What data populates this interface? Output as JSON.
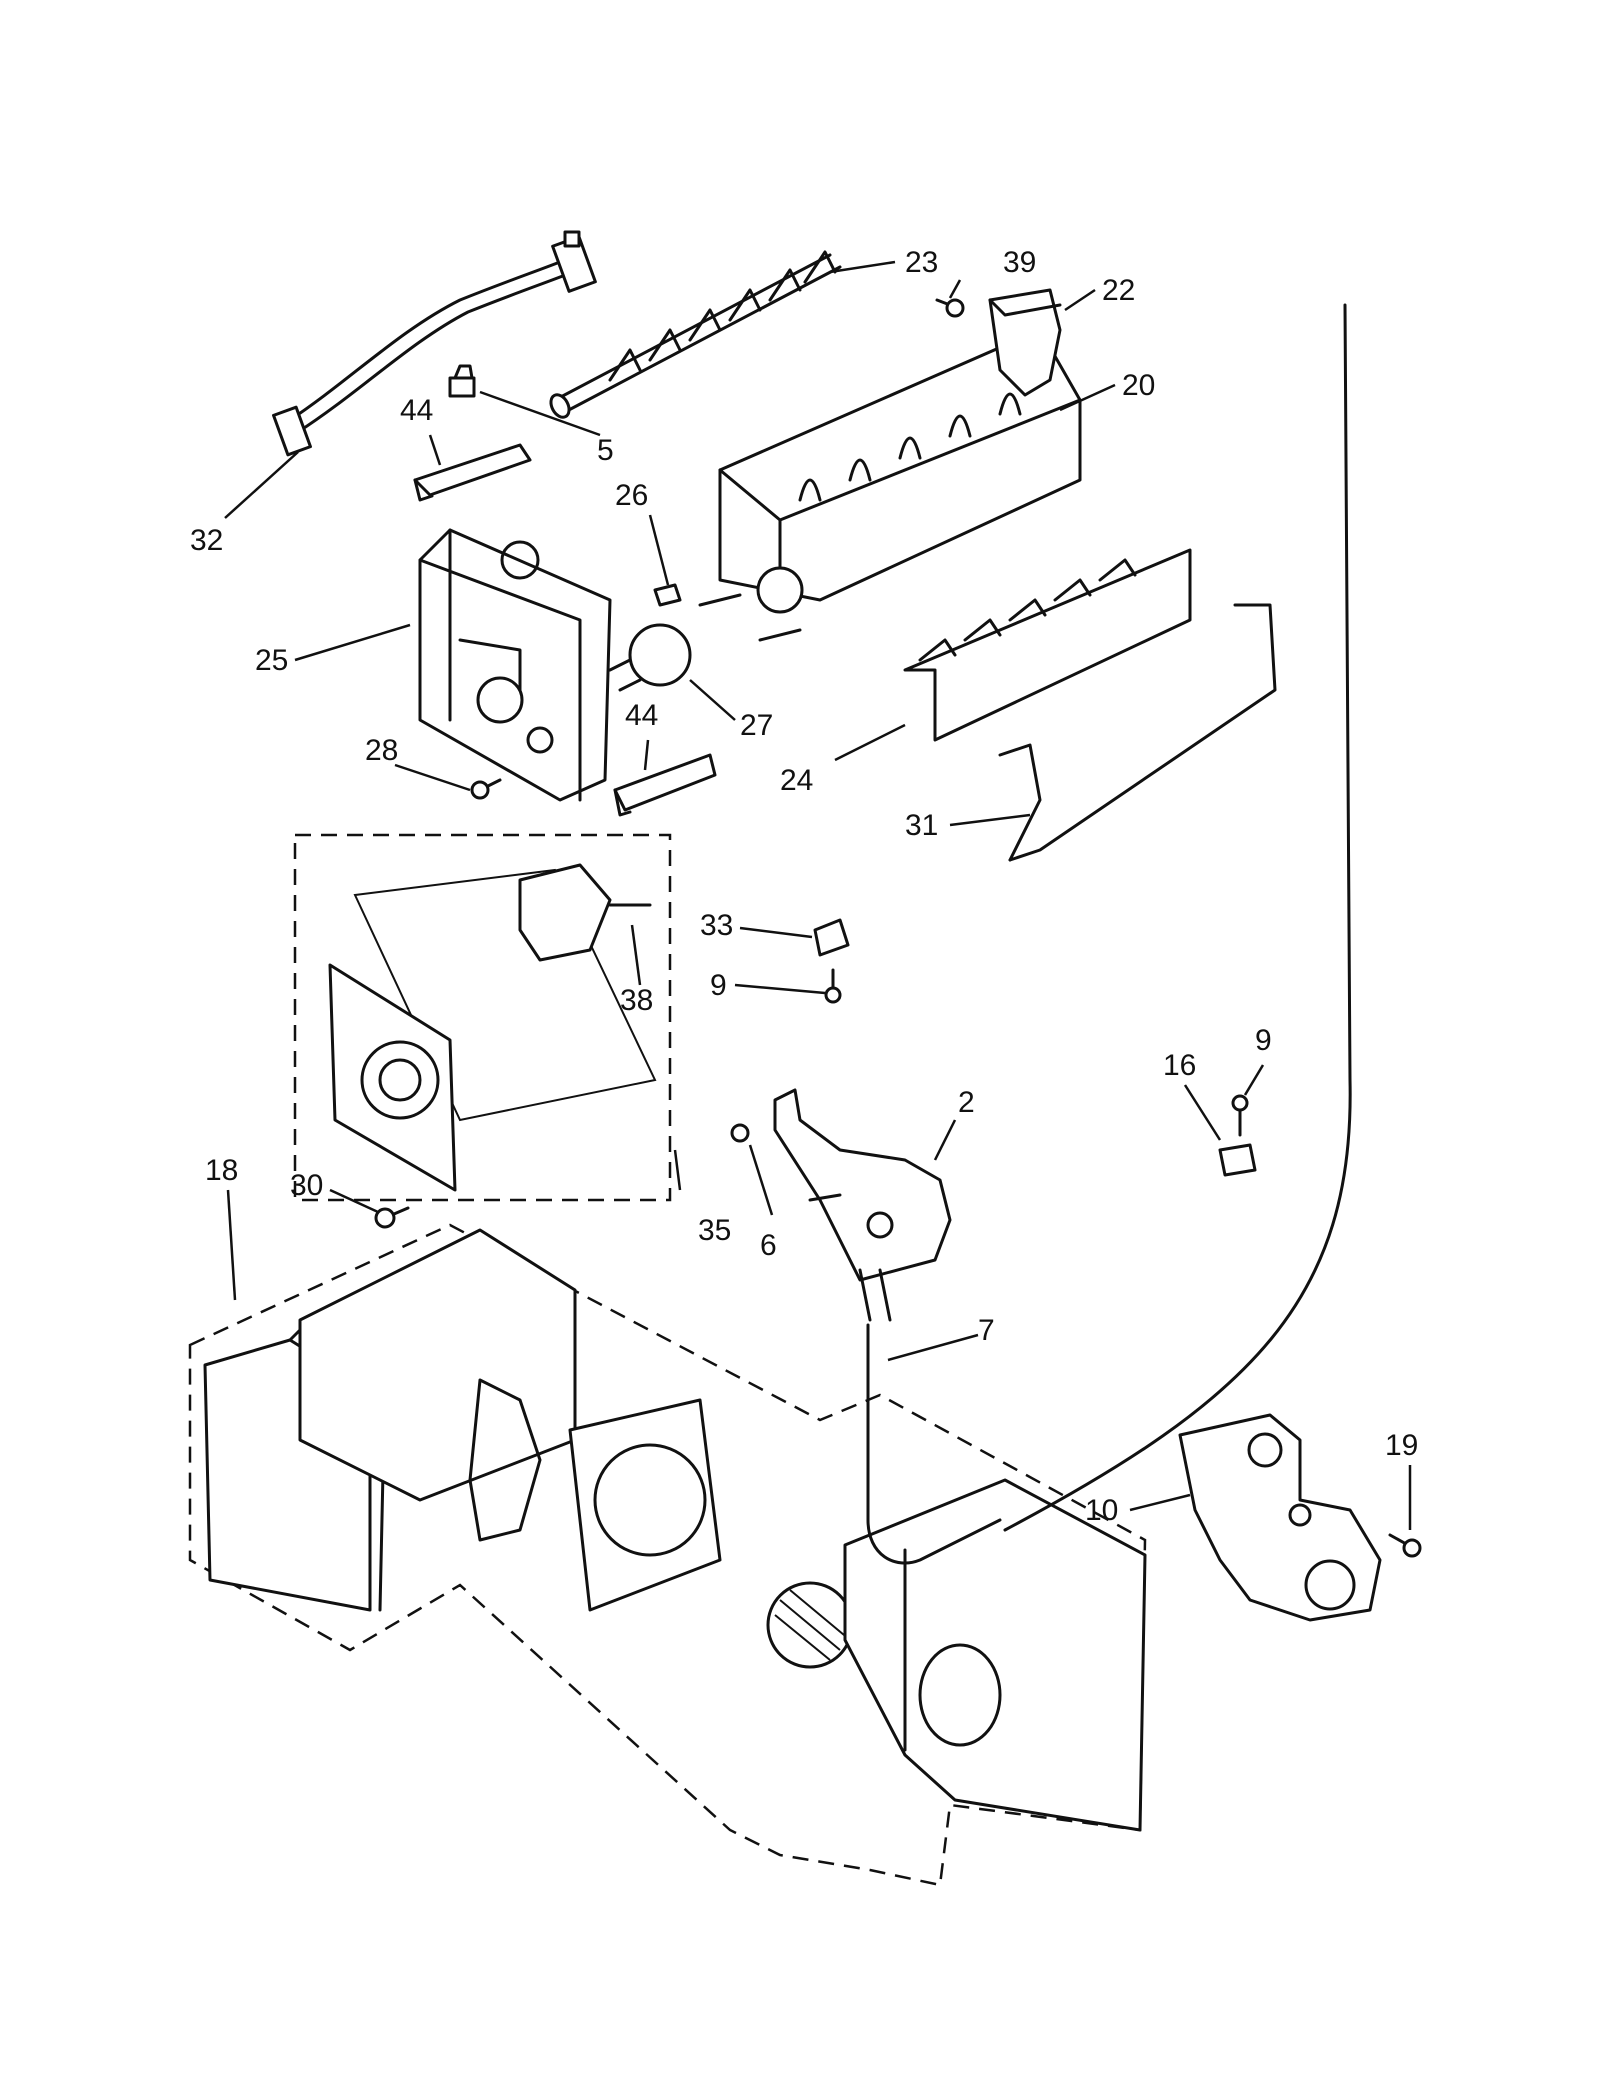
{
  "callouts": [
    {
      "id": "c23",
      "text": "23"
    },
    {
      "id": "c39",
      "text": "39"
    },
    {
      "id": "c22",
      "text": "22"
    },
    {
      "id": "c20",
      "text": "20"
    },
    {
      "id": "c44a",
      "text": "44"
    },
    {
      "id": "c5",
      "text": "5"
    },
    {
      "id": "c32",
      "text": "32"
    },
    {
      "id": "c26",
      "text": "26"
    },
    {
      "id": "c25",
      "text": "25"
    },
    {
      "id": "c27",
      "text": "27"
    },
    {
      "id": "c44b",
      "text": "44"
    },
    {
      "id": "c28",
      "text": "28"
    },
    {
      "id": "c24",
      "text": "24"
    },
    {
      "id": "c31",
      "text": "31"
    },
    {
      "id": "c33",
      "text": "33"
    },
    {
      "id": "c9a",
      "text": "9"
    },
    {
      "id": "c38",
      "text": "38"
    },
    {
      "id": "c9b",
      "text": "9"
    },
    {
      "id": "c16",
      "text": "16"
    },
    {
      "id": "c2",
      "text": "2"
    },
    {
      "id": "c18",
      "text": "18"
    },
    {
      "id": "c30",
      "text": "30"
    },
    {
      "id": "c35",
      "text": "35"
    },
    {
      "id": "c6",
      "text": "6"
    },
    {
      "id": "c7",
      "text": "7"
    },
    {
      "id": "c19",
      "text": "19"
    },
    {
      "id": "c10",
      "text": "10"
    }
  ]
}
